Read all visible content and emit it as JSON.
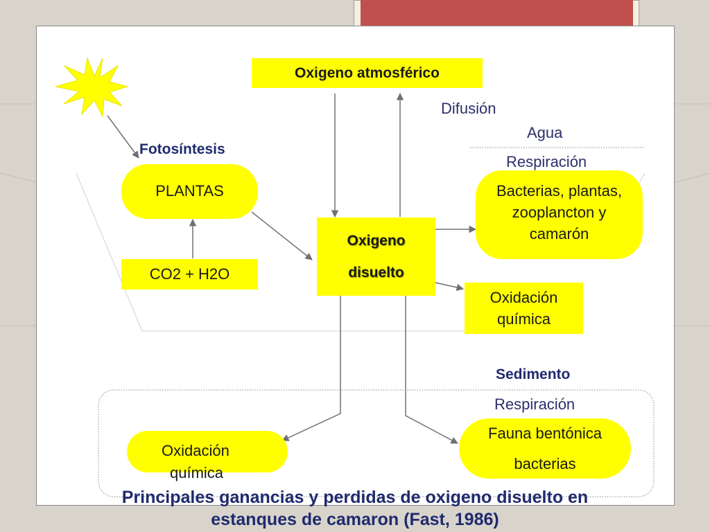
{
  "diagram": {
    "atmospheric": "Oxigeno atmosférico",
    "diffusion": "Difusión",
    "water": "Agua",
    "respiration_water": "Respiración",
    "photosynthesis": "Fotosíntesis",
    "plants": "PLANTAS",
    "co2": "CO2 + H2O",
    "dissolved_line1": "Oxigeno",
    "dissolved_line2": "disuelto",
    "consumers_line1": "Bacterias, plantas,",
    "consumers_line2": "zooplancton y",
    "consumers_line3": "camarón",
    "oxidation_water_line1": "Oxidación",
    "oxidation_water_line2": "química",
    "sediment": "Sedimento",
    "respiration_sediment": "Respiración",
    "benthic_line1": "Fauna bentónica",
    "benthic_line2": "bacterias",
    "oxidation_sed_line1": "Oxidación",
    "oxidation_sed_line2": "química"
  },
  "caption": {
    "line1": "Principales ganancias y perdidas de oxigeno disuelto en",
    "line2": "estanques de camaron (Fast, 1986)"
  },
  "colors": {
    "box_fill": "#ffff00",
    "label_navy": "#1f2a6e",
    "header_red": "#c0504d",
    "sun": "#ffff00"
  },
  "icons": {
    "sun": "sun-starburst-icon"
  }
}
